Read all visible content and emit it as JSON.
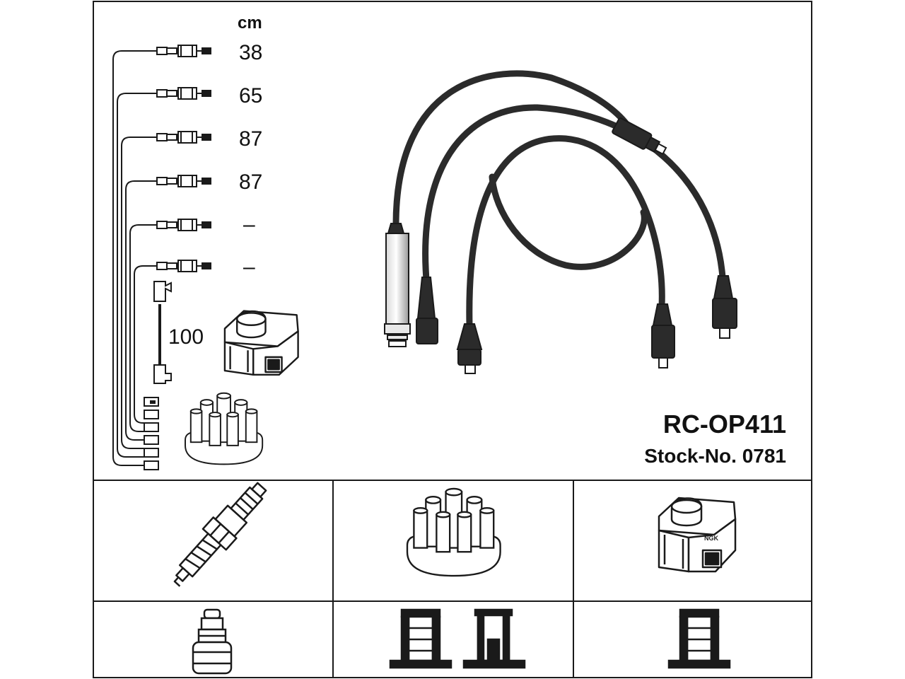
{
  "unit_label": "cm",
  "lengths": [
    "38",
    "65",
    "87",
    "87",
    "–",
    "–"
  ],
  "coil_lead_length": "100",
  "part_number": "RC-OP411",
  "stock_number": "Stock-No. 0781",
  "coil_brand": "NGK",
  "colors": {
    "ink": "#1a1a1a",
    "cable": "#2b2b2b",
    "background": "#ffffff"
  },
  "icons": [
    "spark-plug-icon",
    "distributor-cap-icon",
    "ignition-coil-icon",
    "plug-terminal-icon",
    "cap-terminal-icon",
    "coil-terminal-icon"
  ]
}
